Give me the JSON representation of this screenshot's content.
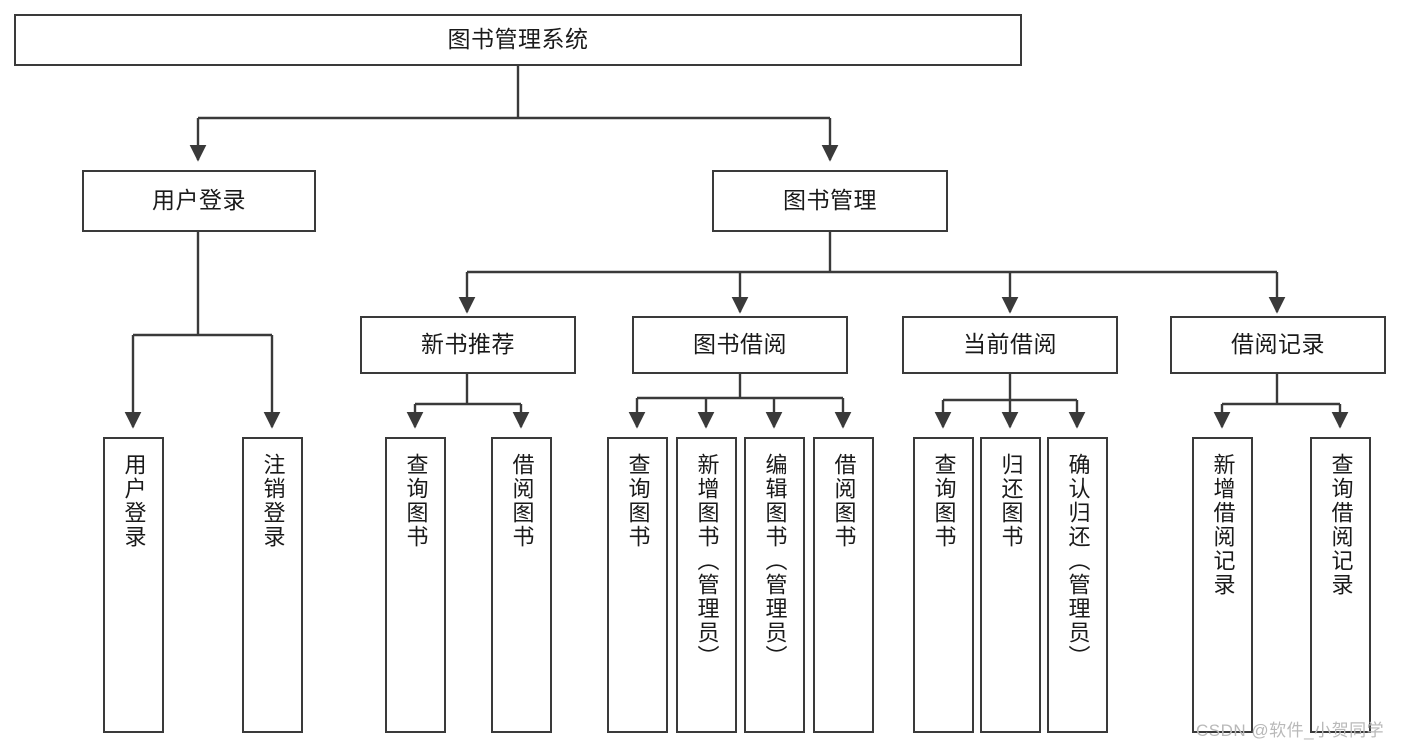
{
  "diagram": {
    "title": "图书管理系统",
    "type": "tree-hierarchy-chart",
    "watermark": "CSDN @软件_小贺同学",
    "colors": {
      "box_border": "#3a3a3a",
      "box_fill": "#ffffff",
      "edge": "#3a3a3a",
      "text": "#1a1a1a",
      "watermark": "#b9b9b9"
    },
    "nodes": {
      "root": {
        "label": "图书管理系统",
        "orientation": "horizontal"
      },
      "level2": [
        {
          "id": "user-login",
          "label": "用户登录",
          "orientation": "horizontal"
        },
        {
          "id": "book-manage",
          "label": "图书管理",
          "orientation": "horizontal"
        }
      ],
      "level3": [
        {
          "id": "new-book-recommend",
          "label": "新书推荐",
          "orientation": "horizontal"
        },
        {
          "id": "book-borrow",
          "label": "图书借阅",
          "orientation": "horizontal"
        },
        {
          "id": "current-borrow",
          "label": "当前借阅",
          "orientation": "horizontal"
        },
        {
          "id": "borrow-record",
          "label": "借阅记录",
          "orientation": "horizontal"
        }
      ],
      "leaves": [
        {
          "id": "leaf-user-login",
          "label": "用户登录",
          "parent": "user-login",
          "orientation": "vertical"
        },
        {
          "id": "leaf-user-logout",
          "label": "注销登录",
          "parent": "user-login",
          "orientation": "vertical"
        },
        {
          "id": "leaf-query-book-1",
          "label": "查询图书",
          "parent": "new-book-recommend",
          "orientation": "vertical"
        },
        {
          "id": "leaf-borrow-book-1",
          "label": "借阅图书",
          "parent": "new-book-recommend",
          "orientation": "vertical"
        },
        {
          "id": "leaf-query-book-2",
          "label": "查询图书",
          "parent": "book-borrow",
          "orientation": "vertical"
        },
        {
          "id": "leaf-add-book",
          "label": "新增图书（管理员）",
          "parent": "book-borrow",
          "orientation": "vertical"
        },
        {
          "id": "leaf-edit-book",
          "label": "编辑图书（管理员）",
          "parent": "book-borrow",
          "orientation": "vertical"
        },
        {
          "id": "leaf-borrow-book-2",
          "label": "借阅图书",
          "parent": "book-borrow",
          "orientation": "vertical"
        },
        {
          "id": "leaf-query-book-3",
          "label": "查询图书",
          "parent": "current-borrow",
          "orientation": "vertical"
        },
        {
          "id": "leaf-return-book",
          "label": "归还图书",
          "parent": "current-borrow",
          "orientation": "vertical"
        },
        {
          "id": "leaf-confirm-return",
          "label": "确认归还（管理员）",
          "parent": "current-borrow",
          "orientation": "vertical"
        },
        {
          "id": "leaf-add-record",
          "label": "新增借阅记录",
          "parent": "borrow-record",
          "orientation": "vertical"
        },
        {
          "id": "leaf-query-record",
          "label": "查询借阅记录",
          "parent": "borrow-record",
          "orientation": "vertical"
        }
      ]
    }
  }
}
